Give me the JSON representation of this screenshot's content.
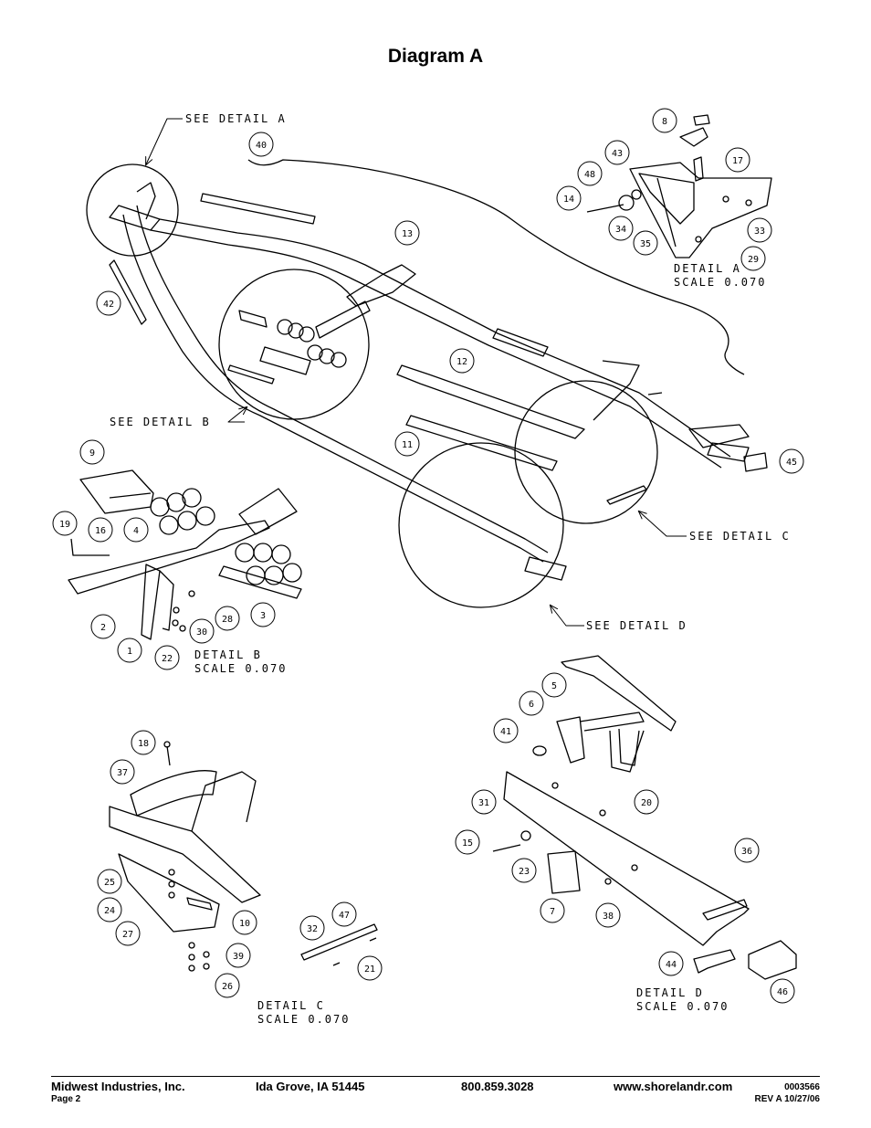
{
  "title": "Diagram A",
  "callouts": [
    {
      "label": "SEE DETAIL  A"
    },
    {
      "label": "SEE DETAIL  B"
    },
    {
      "label": "SEE DETAIL  C"
    },
    {
      "label": "SEE DETAIL  D"
    }
  ],
  "detail_titles": {
    "a": {
      "name": "DETAIL  A",
      "scale": "SCALE  0.070"
    },
    "b": {
      "name": "DETAIL  B",
      "scale": "SCALE  0.070"
    },
    "c": {
      "name": "DETAIL  C",
      "scale": "SCALE  0.070"
    },
    "d": {
      "name": "DETAIL  D",
      "scale": "SCALE  0.070"
    }
  },
  "balloons": [
    "40",
    "42",
    "13",
    "12",
    "11",
    "45",
    "8",
    "17",
    "43",
    "48",
    "14",
    "34",
    "35",
    "33",
    "29",
    "9",
    "19",
    "16",
    "4",
    "2",
    "1",
    "22",
    "30",
    "28",
    "3",
    "18",
    "37",
    "25",
    "24",
    "27",
    "10",
    "39",
    "26",
    "32",
    "47",
    "21",
    "5",
    "6",
    "41",
    "20",
    "31",
    "15",
    "23",
    "7",
    "38",
    "36",
    "44",
    "46"
  ],
  "footer": {
    "company": "Midwest Industries, Inc.",
    "page": "Page 2",
    "city": "Ida Grove, IA  51445",
    "phone": "800.859.3028",
    "website": "www.shorelandr.com",
    "doc_number": "0003566",
    "revision": "REV A   10/27/06"
  }
}
